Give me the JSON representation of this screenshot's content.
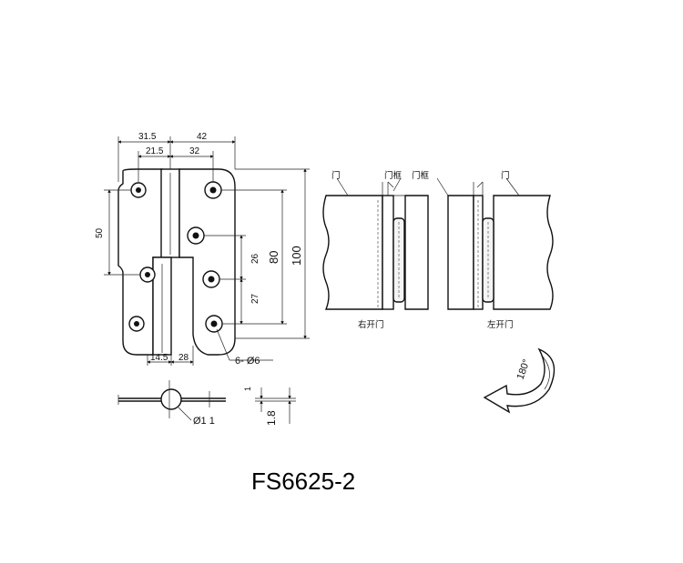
{
  "model_number": "FS6625-2",
  "dimensions": {
    "width_left": "31.5",
    "width_right": "42",
    "inner_left": "21.5",
    "inner_right": "32",
    "leaf_height": "50",
    "hole_spacing_26": "26",
    "hole_spacing_27": "27",
    "hole_span_80": "80",
    "total_height": "100",
    "bottom_left": "14.5",
    "bottom_right": "28",
    "holes": "6- Ø6",
    "pin_diameter": "Ø1 1",
    "thickness_1": "1",
    "thickness_18": "1.8"
  },
  "door_labels": {
    "door_left": "门",
    "frame_left": "门框",
    "frame_right": "门框",
    "door_right": "门",
    "right_opening": "右开门",
    "left_opening": "左开门"
  },
  "rotation": "180°"
}
